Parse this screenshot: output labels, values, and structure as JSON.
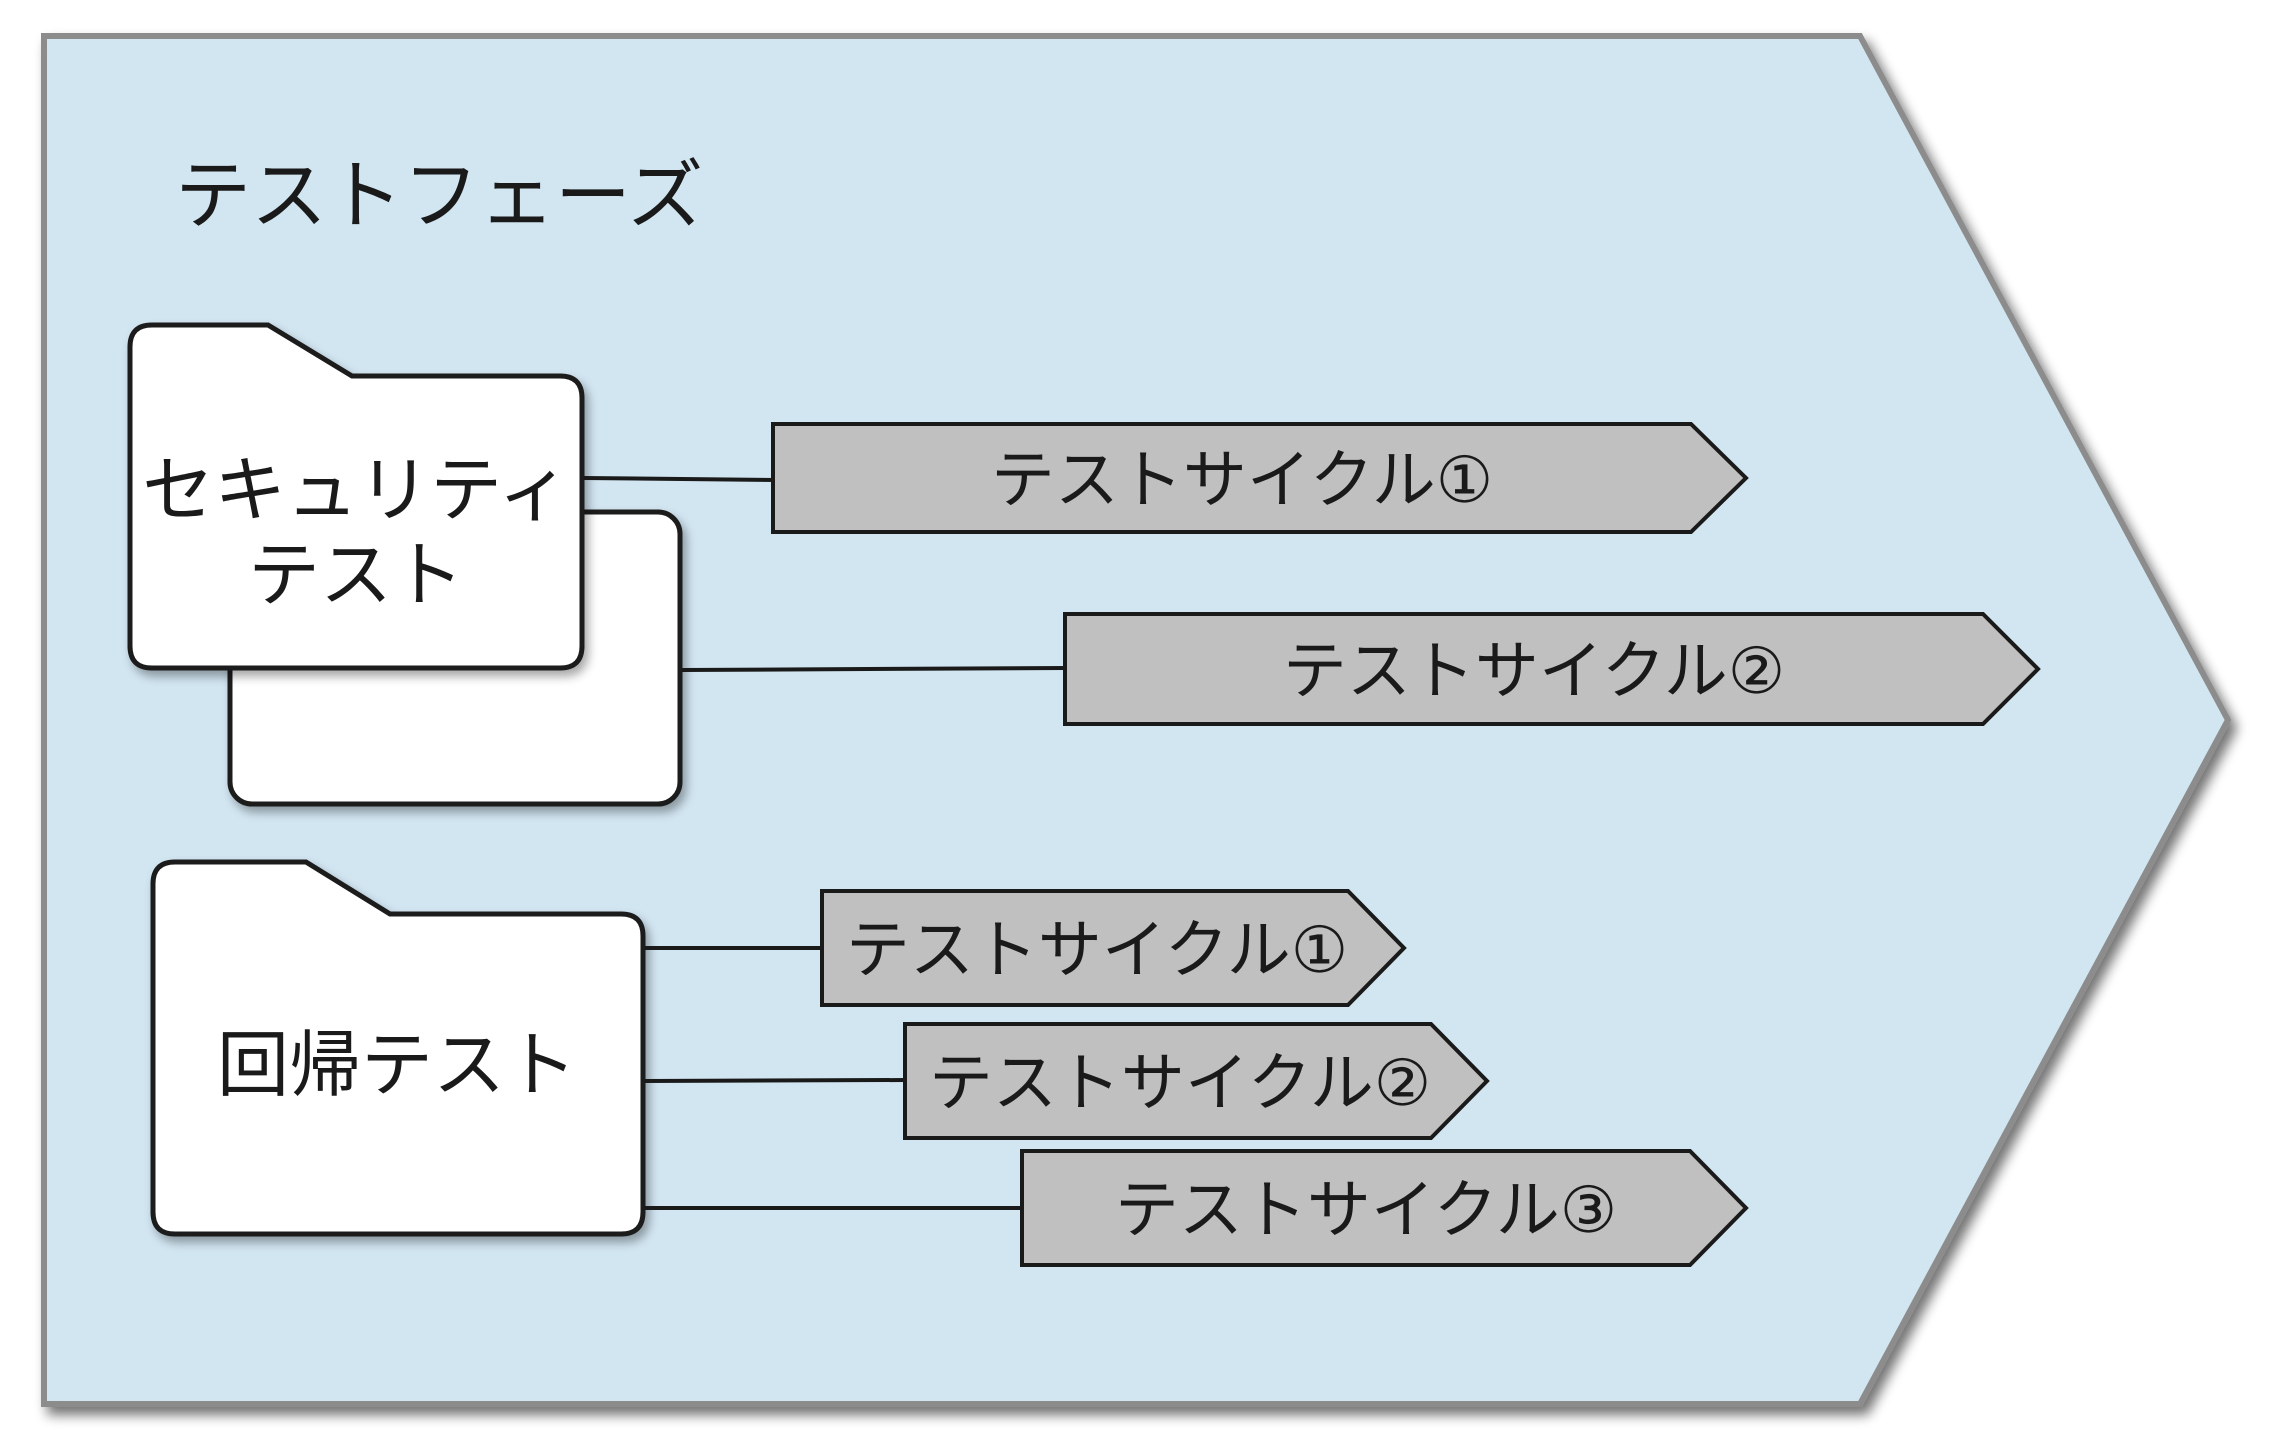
{
  "phase": {
    "title": "テストフェーズ"
  },
  "groups": [
    {
      "label_lines": [
        "セキュリティ",
        "テスト"
      ],
      "cycles": [
        "テストサイクル①",
        "テストサイクル②"
      ]
    },
    {
      "label_lines": [
        "回帰テスト"
      ],
      "cycles": [
        "テストサイクル①",
        "テストサイクル②",
        "テストサイクル③"
      ]
    }
  ],
  "colors": {
    "phase_fill": "#d2e6f2",
    "phase_shadow": "#8c8c8c",
    "cycle_fill": "#c0c0c0",
    "folder_fill": "#ffffff",
    "stroke": "#1a1a1a"
  }
}
